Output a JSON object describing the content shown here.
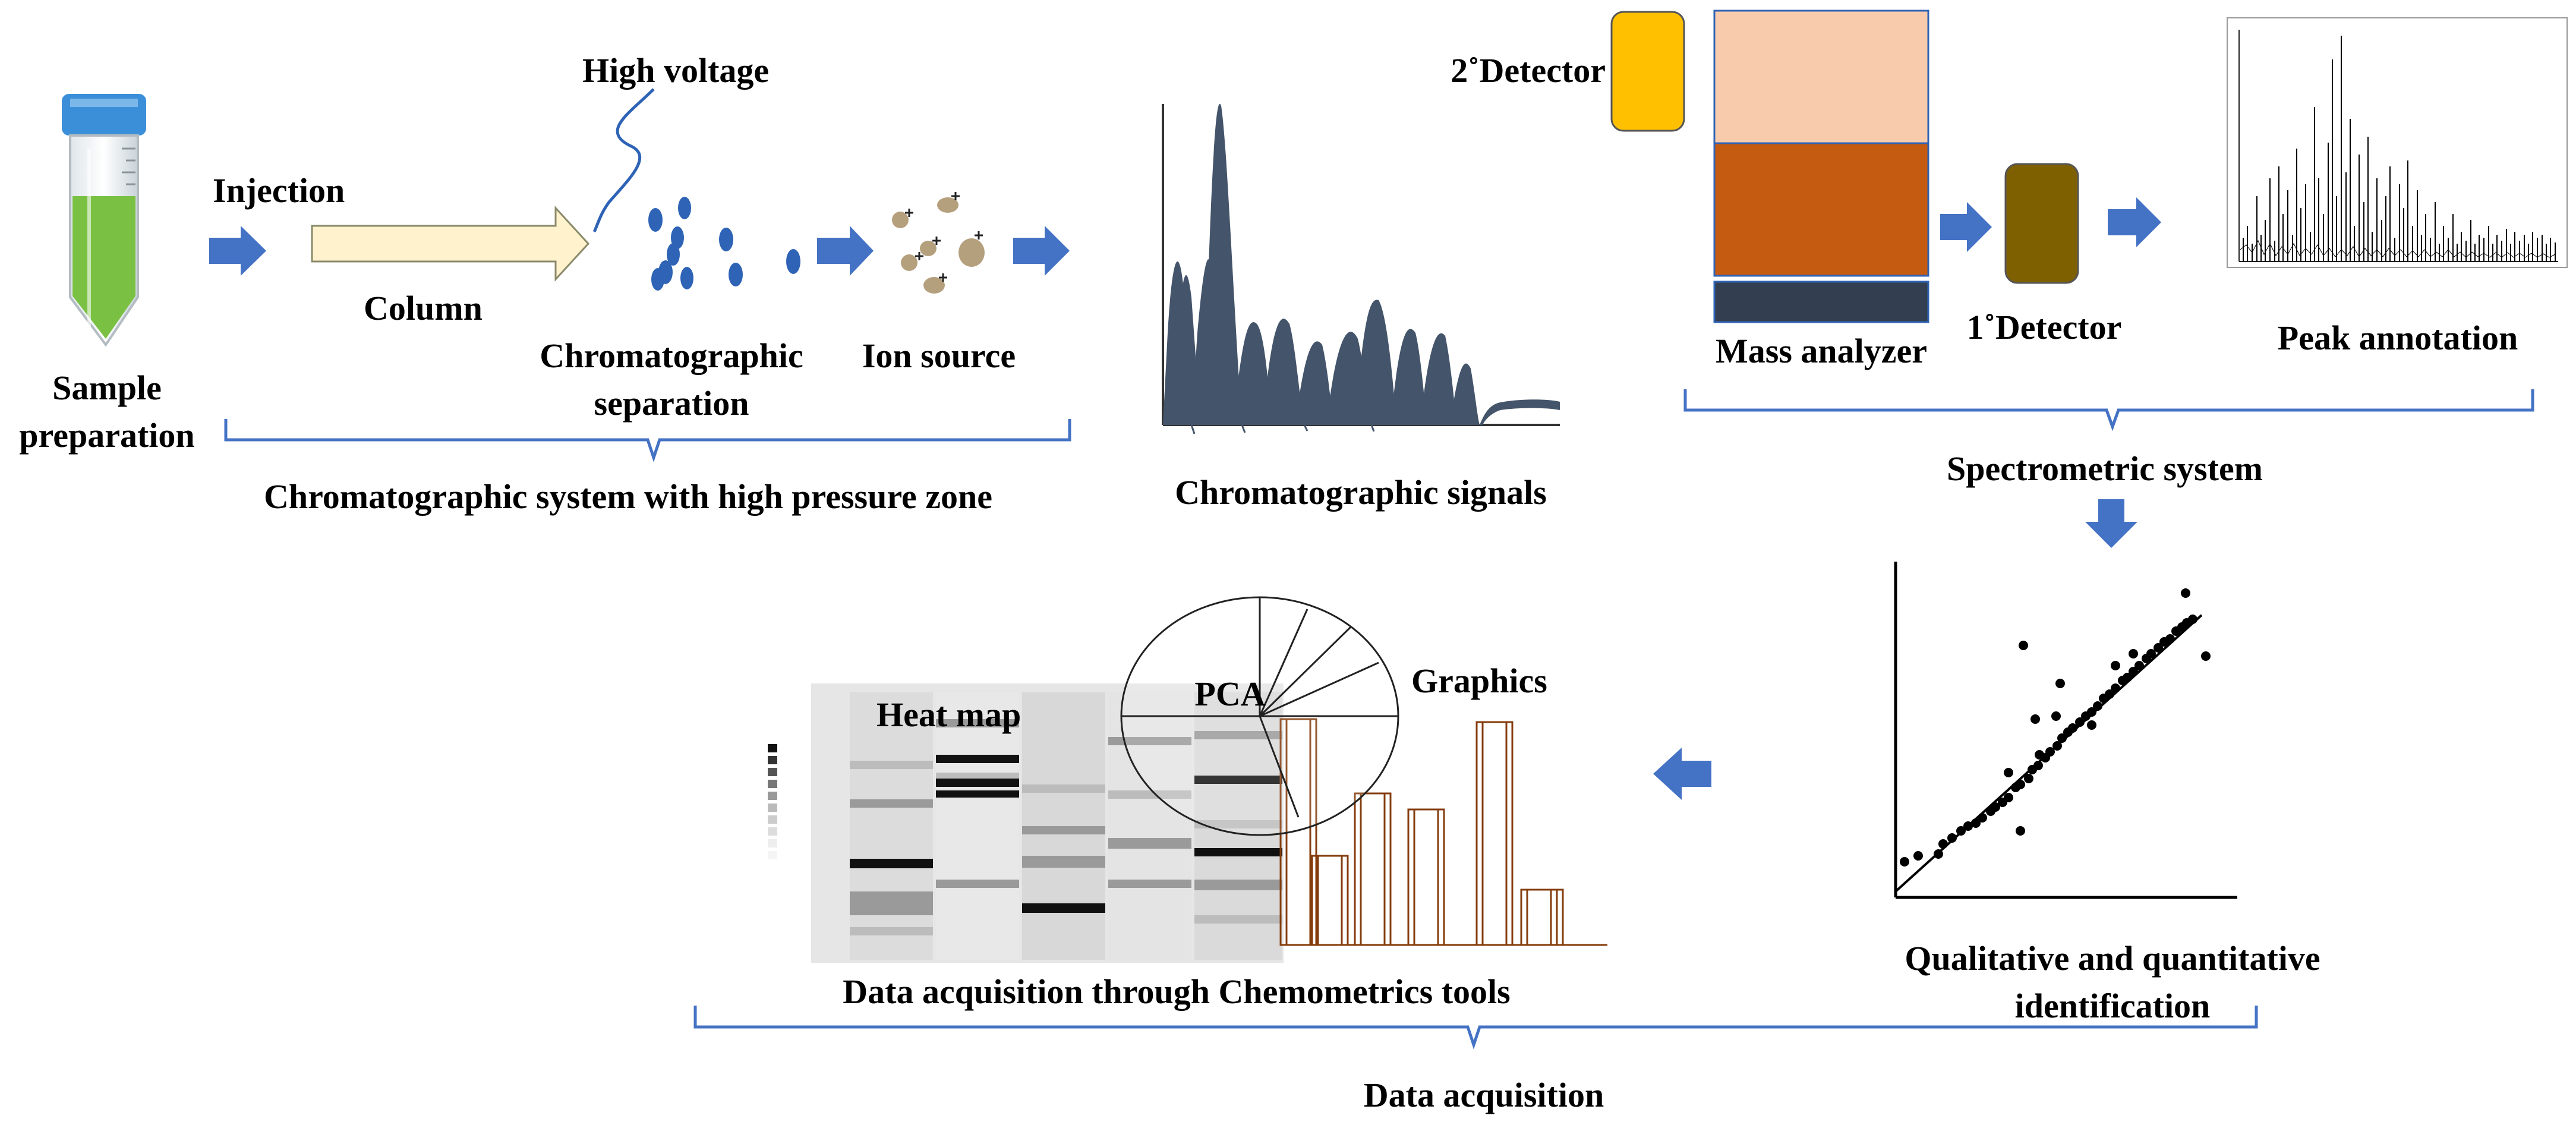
{
  "labels": {
    "sample_prep_line1": "Sample",
    "sample_prep_line2": "preparation",
    "injection": "Injection",
    "column": "Column",
    "high_voltage": "High voltage",
    "chrom_sep_line1": "Chromatographic",
    "chrom_sep_line2": "separation",
    "ion_source": "Ion source",
    "chrom_system": "Chromatographic system with high pressure zone",
    "chrom_signals": "Chromatographic signals",
    "secondary_detector": "2˚Detector",
    "primary_detector": "1˚Detector",
    "mass_analyzer": "Mass analyzer",
    "peak_annotation": "Peak annotation",
    "spectrometric_system": "Spectrometric system",
    "qual_quant_line1": "Qualitative and quantitative",
    "qual_quant_line2": "identification",
    "heat_map": "Heat map",
    "pca": "PCA",
    "graphics": "Graphics",
    "chemometrics": "Data acquisition through Chemometrics tools",
    "data_acquisition": "Data acquisition"
  },
  "colors": {
    "arrow": "#4472C4",
    "bracket": "#4472C4",
    "tube_liquid": "#7AC143",
    "tube_cap": "#3A8FD8",
    "column": "#FFF2CC",
    "analyte_blue": "#2E63B6",
    "ion_brown": "#B5A07E",
    "chromatogram": "#44546A",
    "detector_secondary": "#FFC000",
    "detector_primary": "#7F6000",
    "analyzer_top": "#F8CBAD",
    "analyzer_mid": "#C55A11",
    "analyzer_base": "#333F50",
    "bar_outline": "#843C0C"
  },
  "icons": {
    "sample_tube": "test-tube-icon",
    "flow_arrow": "right-arrow-icon",
    "lightning": "high-voltage-bolt-icon"
  }
}
